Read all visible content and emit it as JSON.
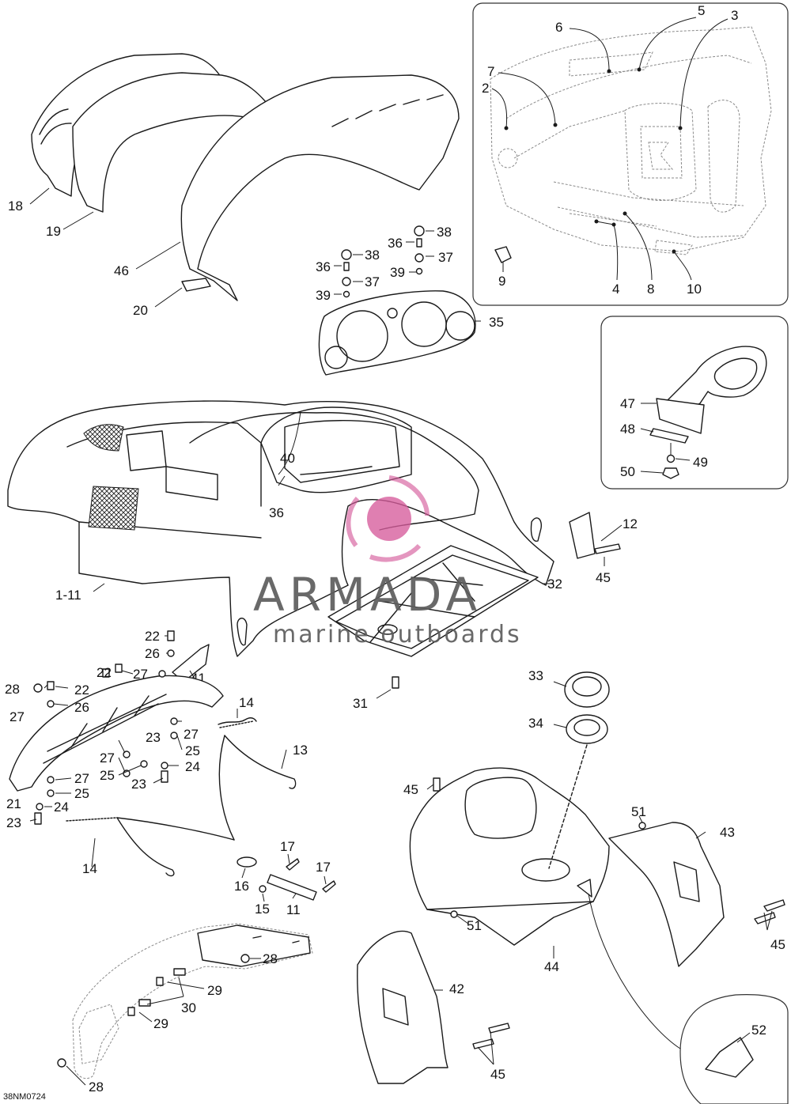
{
  "drawing_code": "38NM0724",
  "watermark": {
    "brand": "ARMADA",
    "tagline": "marine outboards",
    "logo_color": "#d65c9b"
  },
  "callouts": {
    "c1_11": "1-11",
    "c2": "2",
    "c3": "3",
    "c4": "4",
    "c5": "5",
    "c6": "6",
    "c7": "7",
    "c8": "8",
    "c9": "9",
    "c10": "10",
    "c11": "11",
    "c12": "12",
    "c13": "13",
    "c14a": "14",
    "c14b": "14",
    "c15": "15",
    "c16": "16",
    "c17a": "17",
    "c17b": "17",
    "c18": "18",
    "c19": "19",
    "c20": "20",
    "c21": "21",
    "c22a": "22",
    "c22b": "22",
    "c22c": "22",
    "c23a": "23",
    "c23b": "23",
    "c23c": "23",
    "c24a": "24",
    "c24b": "24",
    "c25a": "25",
    "c25b": "25",
    "c25c": "25",
    "c26a": "26",
    "c26b": "26",
    "c27a": "27",
    "c27b": "27",
    "c27c": "27",
    "c27d": "27",
    "c27e": "27",
    "c28a": "28",
    "c28b": "28",
    "c28c": "28",
    "c29a": "29",
    "c29b": "29",
    "c30": "30",
    "c31": "31",
    "c32": "32",
    "c33": "33",
    "c34": "34",
    "c35": "35",
    "c36a": "36",
    "c36b": "36",
    "c36c": "36",
    "c37a": "37",
    "c37b": "37",
    "c38a": "38",
    "c38b": "38",
    "c39a": "39",
    "c39b": "39",
    "c40": "40",
    "c41": "41",
    "c42": "42",
    "c43": "43",
    "c44": "44",
    "c45a": "45",
    "c45b": "45",
    "c45c": "45",
    "c45d": "45",
    "c46": "46",
    "c47": "47",
    "c48": "48",
    "c49": "49",
    "c50": "50",
    "c51a": "51",
    "c51b": "51",
    "c52": "52"
  }
}
